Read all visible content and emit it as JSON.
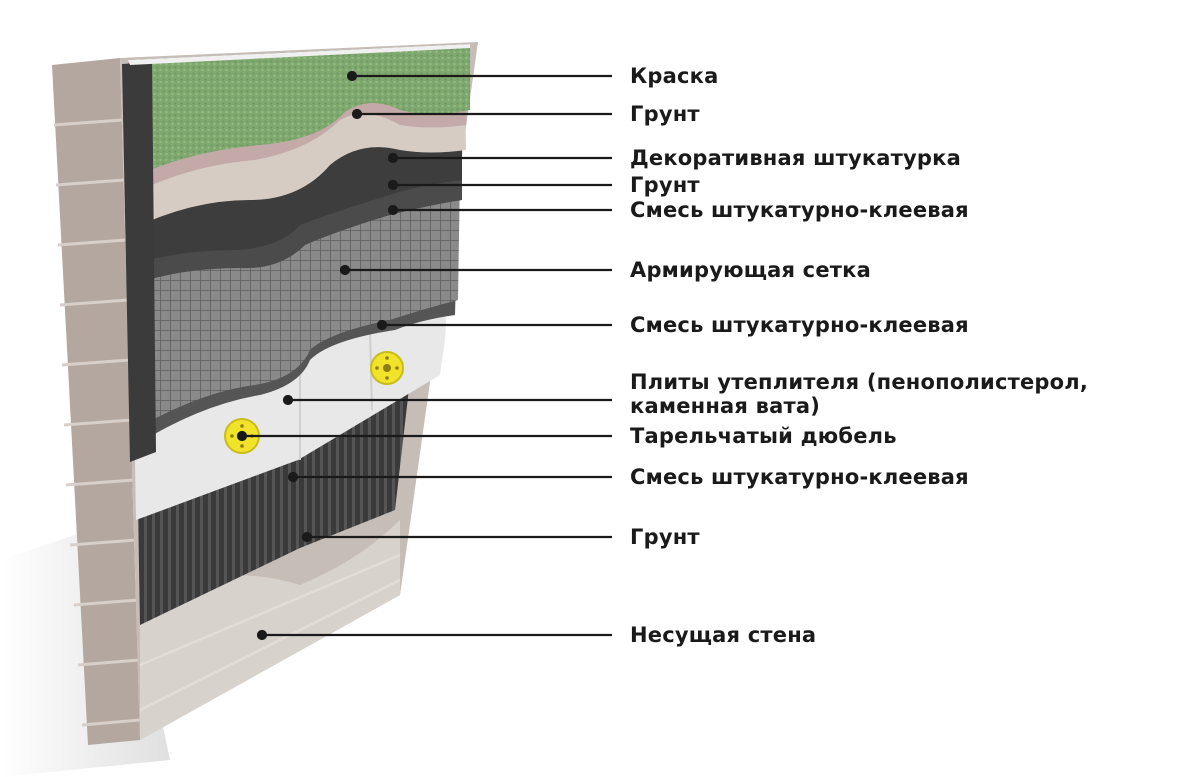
{
  "layers": [
    {
      "id": "paint",
      "label": "Краска"
    },
    {
      "id": "primer-1",
      "label": "Грунт"
    },
    {
      "id": "decorative-plaster",
      "label": "Декоративная штукатурка"
    },
    {
      "id": "primer-2",
      "label": "Грунт"
    },
    {
      "id": "adhesive-mix-1",
      "label": "Смесь штукатурно-клеевая"
    },
    {
      "id": "reinforcing-mesh",
      "label": "Армирующая сетка"
    },
    {
      "id": "adhesive-mix-2",
      "label": "Смесь штукатурно-клеевая"
    },
    {
      "id": "insulation-boards",
      "label": "Плиты утеплителя (пенополистерол,",
      "label_line2": "каменная вата)"
    },
    {
      "id": "disc-dowel",
      "label": "Тарельчатый дюбель"
    },
    {
      "id": "adhesive-mix-3",
      "label": "Смесь штукатурно-клеевая"
    },
    {
      "id": "primer-3",
      "label": "Грунт"
    },
    {
      "id": "load-bearing-wall",
      "label": "Несущая стена"
    }
  ],
  "colors": {
    "paint": "#7fa86f",
    "plaster": "#d9cfc6",
    "primer": "#4a4a4a",
    "mesh": "#7a7a7a",
    "insulation": "#e9e9e9",
    "dowel": "#f1e22a",
    "brick": "#bdb1aa",
    "leader": "#1a1a1a"
  }
}
